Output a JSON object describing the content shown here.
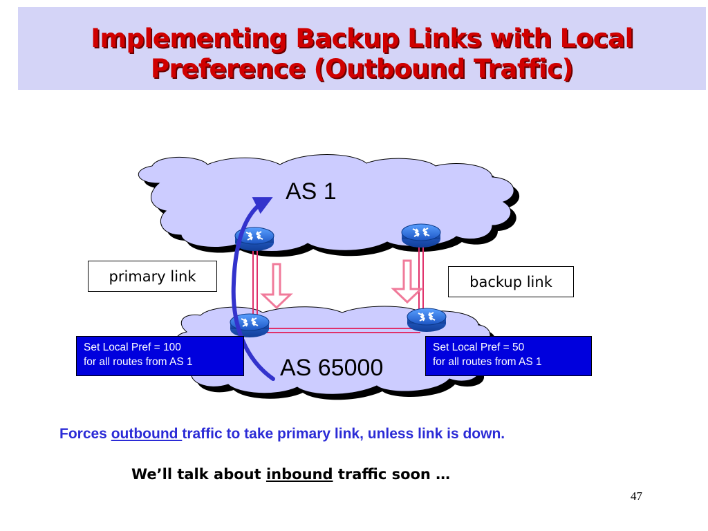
{
  "slide": {
    "title_line_1": "Implementing Backup Links with Local",
    "title_line_2": "Preference (Outbound Traffic)",
    "page_number": "47"
  },
  "diagram": {
    "as_top_label": "AS 1",
    "as_bottom_label": "AS 65000",
    "primary_link_label": "primary link",
    "backup_link_label": "backup link",
    "left_pref": {
      "line1": "Set Local Pref = 100",
      "line2": "for all routes from AS 1"
    },
    "right_pref": {
      "line1": "Set Local Pref = 50",
      "line2": "for all routes from AS 1"
    },
    "colors": {
      "cloud_fill": "#ccccff",
      "cloud_shadow": "#000000",
      "link_line": "#e0306a",
      "router_blue": "#2b6fd9",
      "arrow_curve": "#3333cc",
      "down_arrow_stroke": "#f07a9a"
    }
  },
  "footer": {
    "forces_prefix": "Forces ",
    "forces_underlined": "outbound ",
    "forces_suffix": "traffic to take primary link, unless link is down.",
    "talk_prefix": "We’ll talk about ",
    "talk_underlined": "inbound",
    "talk_suffix": " traffic soon …"
  }
}
